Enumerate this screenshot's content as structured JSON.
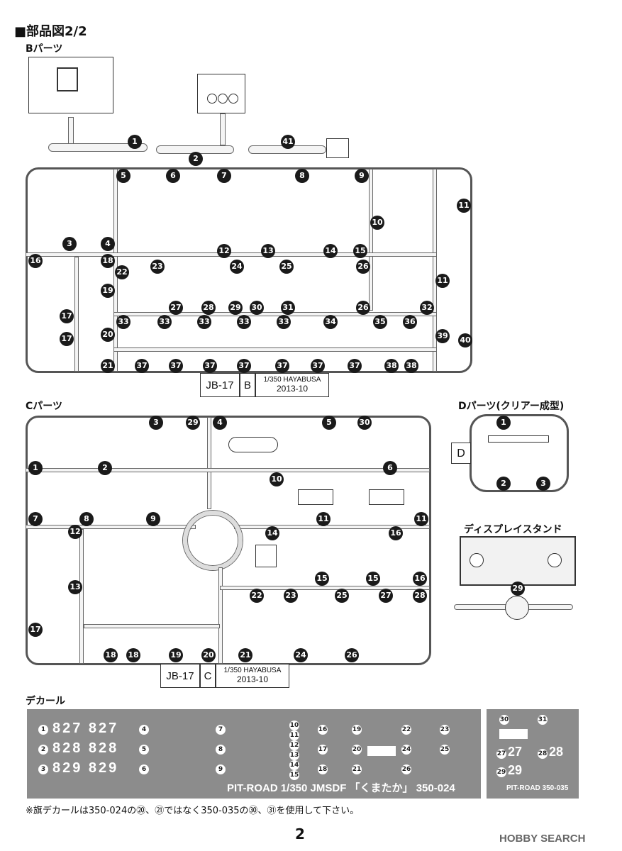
{
  "page_title": "■部品図2/2",
  "b_parts": {
    "heading": "Bパーツ",
    "loose_numbers": [
      "1",
      "2",
      "41"
    ],
    "numbers": [
      "5",
      "6",
      "7",
      "8",
      "9",
      "11",
      "10",
      "3",
      "4",
      "12",
      "13",
      "14",
      "15",
      "16",
      "18",
      "23",
      "24",
      "25",
      "26",
      "22",
      "19",
      "27",
      "28",
      "29",
      "30",
      "31",
      "26",
      "32",
      "11",
      "17",
      "17",
      "20",
      "33",
      "33",
      "33",
      "33",
      "33",
      "34",
      "35",
      "36",
      "39",
      "40",
      "21",
      "37",
      "37",
      "37",
      "37",
      "37",
      "37",
      "37",
      "38",
      "38"
    ],
    "tag": {
      "code": "JB-17",
      "letter": "B",
      "scale": "1/350 HAYABUSA",
      "date": "2013-10"
    }
  },
  "c_parts": {
    "heading": "Cパーツ",
    "numbers": [
      "3",
      "29",
      "4",
      "5",
      "30",
      "1",
      "2",
      "6",
      "10",
      "7",
      "8",
      "9",
      "11",
      "11",
      "12",
      "14",
      "16",
      "13",
      "15",
      "15",
      "16",
      "22",
      "23",
      "25",
      "27",
      "28",
      "17",
      "18",
      "18",
      "19",
      "20",
      "21",
      "24",
      "26"
    ],
    "tag": {
      "code": "JB-17",
      "letter": "C",
      "scale": "1/350 HAYABUSA",
      "date": "2013-10"
    }
  },
  "d_parts": {
    "heading": "Dパーツ(クリアー成型)",
    "letter": "D",
    "numbers": [
      "1",
      "2",
      "3"
    ]
  },
  "display_stand": {
    "heading": "ディスプレイスタンド",
    "number": "29"
  },
  "decal": {
    "heading": "デカール",
    "rows": [
      {
        "n": "1",
        "text": "827 827",
        "m": "4"
      },
      {
        "n": "2",
        "text": "828 828",
        "m": "5"
      },
      {
        "n": "3",
        "text": "829 829",
        "m": "6"
      }
    ],
    "circle_nums_a": [
      "7",
      "8",
      "9"
    ],
    "circle_nums_b": [
      "10",
      "11",
      "12",
      "13",
      "14",
      "15"
    ],
    "circle_nums_c": [
      "16",
      "17",
      "18",
      "19",
      "20",
      "21",
      "22",
      "23",
      "24",
      "25",
      "26"
    ],
    "caption": "PIT-ROAD 1/350 JMSDF 「くまたか」 350-024",
    "small": {
      "nums_top": [
        "30",
        "31"
      ],
      "row1_n": "27",
      "row1_text": "27",
      "row1_m": "28",
      "row1_text2": "28",
      "row2_n": "29",
      "row2_text": "29",
      "caption": "PIT-ROAD 350-035"
    }
  },
  "note": "※旗デカールは350-024の⑳、㉑ではなく350-035の㉚、㉛を使用して下さい。",
  "page_number": "2",
  "watermark": "HOBBY SEARCH"
}
